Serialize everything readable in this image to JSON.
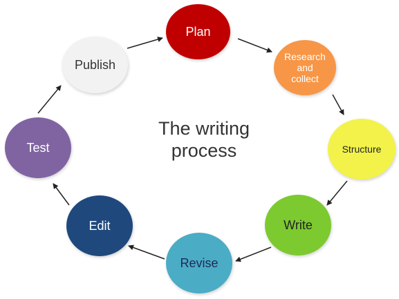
{
  "title": "The writing\nprocess",
  "steps": [
    {
      "id": "plan",
      "label": "Plan",
      "color": "#c00000"
    },
    {
      "id": "research",
      "label": "Research\nand\ncollect",
      "color": "#f79646"
    },
    {
      "id": "structure",
      "label": "Structure",
      "color": "#f2f24a"
    },
    {
      "id": "write",
      "label": "Write",
      "color": "#7cca2f"
    },
    {
      "id": "revise",
      "label": "Revise",
      "color": "#4bacc6"
    },
    {
      "id": "edit",
      "label": "Edit",
      "color": "#1f497d"
    },
    {
      "id": "test",
      "label": "Test",
      "color": "#8064a2"
    },
    {
      "id": "publish",
      "label": "Publish",
      "color": "#f2f2f2"
    }
  ],
  "arrow_color": "#222222"
}
